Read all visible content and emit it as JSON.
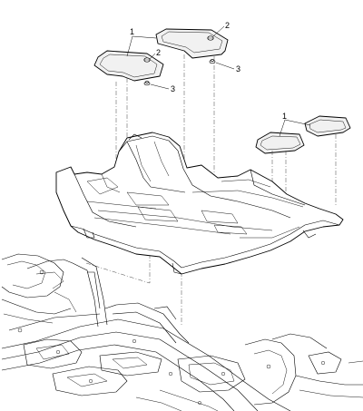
{
  "callouts": {
    "front_mats": "1",
    "retainer_left": "2",
    "retainer_right": "2",
    "fastener_left": "3",
    "fastener_right": "3",
    "rear_mats": "1"
  }
}
